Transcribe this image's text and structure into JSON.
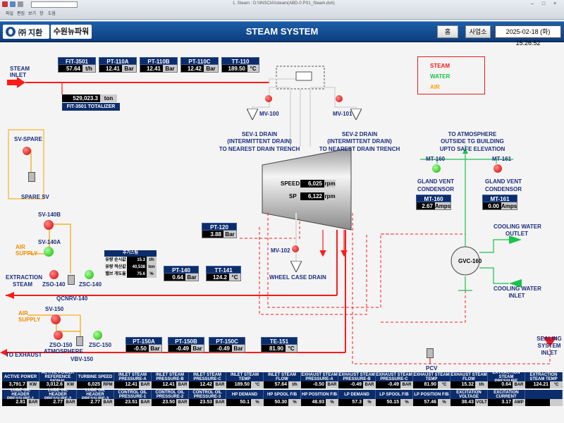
{
  "window": {
    "title": "1. Steam : D:\\\\INSCIA\\\\steam(ABD-0 PS1_Steam.dsh)",
    "menu": [
      "파일",
      "편집",
      "보기",
      "창",
      "도움"
    ]
  },
  "header": {
    "logo": "㈜ 지환",
    "plant": "수원뉴파워",
    "title": "STEAM SYSTEM",
    "home_btn": "홈",
    "site_btn": "사업소",
    "datetime": "2025-02-18 (화) 15:26:52"
  },
  "legend": {
    "steam": "STEAM",
    "water": "WATER",
    "air": "AIR"
  },
  "inlet": {
    "label1": "STEAM",
    "label2": "INLET"
  },
  "top_tags": [
    {
      "name": "FIT-3501",
      "value": "57.64",
      "unit": "t/h"
    },
    {
      "name": "PT-110A",
      "value": "12.41",
      "unit": "Bar"
    },
    {
      "name": "PT-110B",
      "value": "12.41",
      "unit": "Bar"
    },
    {
      "name": "PT-110C",
      "value": "12.42",
      "unit": "Bar"
    },
    {
      "name": "TT-110",
      "value": "189.50",
      "unit": "°C"
    }
  ],
  "totalizer": {
    "value": "529,023.3",
    "unit": "ton",
    "label": "FIT-3501 TOTALIZER"
  },
  "valves": {
    "mv100": "MV-100",
    "mv101": "MV-101",
    "mv102": "MV-102",
    "sv_spare": "SV-SPARE",
    "spare_sv": "SPARE SV",
    "sv140b": "SV-140B",
    "sv140a": "SV-140A",
    "air_supply": "AIR SUPPLY",
    "air_supply2": "AIR SUPPLY",
    "sv150": "SV-150",
    "zso140": "ZSO-140",
    "zsc140": "ZSC-140",
    "qcnrv": "QCNRV-140",
    "zso150": "ZSO-150",
    "zsc150": "ZSC-150",
    "atmosphere": "ATMOSPHERE",
    "vbv150": "VBV-150",
    "pcv": "PCV",
    "mt160": "MT-160",
    "mt161": "MT-161",
    "gvc": "GVC-160"
  },
  "drains": {
    "sev1_a": "SEV-1 DRAIN",
    "sev1_b": "(INTERMITTENT DRAIN)",
    "sev1_c": "TO NEAREST DRAIN TRENCH",
    "sev2_a": "SEV-2 DRAIN",
    "sev2_b": "(INTERMITTENT DRAIN)",
    "sev2_c": "TO NEAREST DRAIN TRENCH",
    "wheel": "WHEEL CASE DRAIN"
  },
  "atmos": {
    "a": "TO ATMOSPHERE",
    "b": "OUTSIDE TG BUILDING",
    "c": "UPTO SAFE ELEVATION"
  },
  "condensor": {
    "left_a": "GLAND VENT",
    "left_b": "CONDENSOR",
    "right_a": "GLAND VENT",
    "right_b": "CONDENSOR",
    "mt160_tag": {
      "name": "MT-160",
      "value": "2.67",
      "unit": "Amps"
    },
    "mt161_tag": {
      "name": "MT-161",
      "value": "0.00",
      "unit": "Amps"
    }
  },
  "cooling": {
    "outlet_a": "COOLING WATER",
    "outlet_b": "OUTLET",
    "inlet_a": "COOLING WATER",
    "inlet_b": "INLET"
  },
  "turbine": {
    "speed_label": "SPEED",
    "speed": "6,025",
    "speed_unit": "rpm",
    "sp_label": "SP",
    "sp": "6,122",
    "sp_unit": "rpm"
  },
  "pt120": {
    "name": "PT-120",
    "value": "3.88",
    "unit": "Bar"
  },
  "extraction": {
    "label1": "EXTRACTION",
    "label2": "STEAM",
    "pt140": {
      "name": "PT-140",
      "value": "0.64",
      "unit": "Bar"
    },
    "tt141": {
      "name": "TT-141",
      "value": "124.2",
      "unit": "°C"
    }
  },
  "flow_box": {
    "title": "추기스팀",
    "rows": [
      {
        "label": "유량 순시값",
        "value": "15.3",
        "unit": "t/h"
      },
      {
        "label": "유량 적산값",
        "value": "40,538",
        "unit": "ton"
      },
      {
        "label": "밸브 개도율",
        "value": "75.6",
        "unit": "%"
      }
    ]
  },
  "exhaust": {
    "label": "TO EXHAUST",
    "pt150a": {
      "name": "PT-150A",
      "value": "-0.50",
      "unit": "Bar"
    },
    "pt150b": {
      "name": "PT-150B",
      "value": "-0.49",
      "unit": "Bar"
    },
    "pt150c": {
      "name": "PT-150C",
      "value": "-0.49",
      "unit": "Bar"
    },
    "te151": {
      "name": "TE-151",
      "value": "81.90",
      "unit": "°C"
    }
  },
  "sealing": {
    "a": "SEALING",
    "b": "SYSTEM",
    "c": "INLET"
  },
  "bottom_row1": [
    {
      "label": "ACTIVE POWER",
      "value": "3,791.7",
      "unit": "KW"
    },
    {
      "label": "ACTIVE POWER REFERENCE SIGNAL",
      "value": "3,012.6",
      "unit": "KW"
    },
    {
      "label": "TURBINE SPEED",
      "value": "6,025",
      "unit": "RPM"
    },
    {
      "label": "INLET STEAM PRESSURE-A",
      "value": "12.41",
      "unit": "BAR"
    },
    {
      "label": "INLET STEAM PRESSURE-B",
      "value": "12.41",
      "unit": "BAR"
    },
    {
      "label": "INLET STEAM PRESSURE-C",
      "value": "12.42",
      "unit": "BAR"
    },
    {
      "label": "INLET STEAM TEMP",
      "value": "189.50",
      "unit": "°C"
    },
    {
      "label": "INLET STEAM FLOW",
      "value": "57.64",
      "unit": "t/h"
    },
    {
      "label": "EXHAUST STEAM PRESSURE-A",
      "value": "-0.50",
      "unit": "BAR"
    },
    {
      "label": "EXHAUST STEAM PRESSURE-B",
      "value": "-0.49",
      "unit": "BAR"
    },
    {
      "label": "EXHAUST STEAM PRESSURE-C",
      "value": "-0.49",
      "unit": "BAR"
    },
    {
      "label": "EXHAUST STEAM TEMP",
      "value": "81.90",
      "unit": "°C"
    },
    {
      "label": "EXHAUST STEAM FLOW",
      "value": "15.32",
      "unit": "t/h"
    },
    {
      "label": "EXTRACTION STEAM PRESSURE",
      "value": "0.64",
      "unit": "BAR"
    },
    {
      "label": "EXTRACTION STEAM TEMP",
      "value": "124.21",
      "unit": "°C"
    }
  ],
  "bottom_row2": [
    {
      "label": "LUBE OIL HEADER PRESSURE-1",
      "value": "2.81",
      "unit": "BAR"
    },
    {
      "label": "LUBE OIL HEADER PRESSURE-2",
      "value": "2.77",
      "unit": "BAR"
    },
    {
      "label": "LUBE OIL HEADER PRESSURE-3",
      "value": "2.77",
      "unit": "BAR"
    },
    {
      "label": "CONTROL OIL PRESSURE-1",
      "value": "23.51",
      "unit": "BAR"
    },
    {
      "label": "CONTROL OIL PRESSURE-2",
      "value": "23.50",
      "unit": "BAR"
    },
    {
      "label": "CONTROL OIL PRESSURE-3",
      "value": "23.53",
      "unit": "BAR"
    },
    {
      "label": "HP DEMAND",
      "value": "50.1",
      "unit": "%"
    },
    {
      "label": "HP SPOOL F/B",
      "value": "50.30",
      "unit": "%"
    },
    {
      "label": "HP POSITION F/B",
      "value": "48.93",
      "unit": "%"
    },
    {
      "label": "LP DEMAND",
      "value": "57.3",
      "unit": "%"
    },
    {
      "label": "LP SPOOL F/B",
      "value": "50.15",
      "unit": "%"
    },
    {
      "label": "LP POSITION F/B",
      "value": "57.46",
      "unit": "%"
    },
    {
      "label": "EXCITATION VOLTAGE",
      "value": "38.43",
      "unit": "VOLT"
    },
    {
      "label": "EXCITATION CURRENT",
      "value": "3.17",
      "unit": "AMP"
    },
    {
      "label": "",
      "value": "",
      "unit": ""
    }
  ],
  "colors": {
    "steam": "#ff1a1a",
    "water": "#19c24a",
    "air": "#f5a300",
    "tag_bg": "#0b2d6c",
    "header": "#0e3f80"
  }
}
